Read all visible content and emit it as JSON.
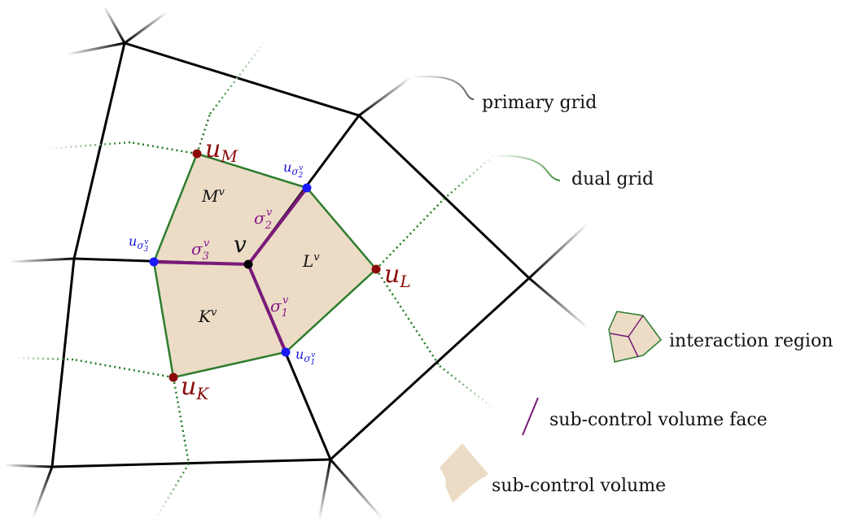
{
  "colors": {
    "primary_grid": "#000000",
    "dual_grid": "#1f7a1f",
    "sub_control_volume_fill": "#ecdcc6",
    "interaction_region_edge": "#2e7d2e",
    "face": "#7a1a79",
    "cell_value_point": "#8b0b0b",
    "face_value_point": "#1a1aff",
    "vertex_point": "#000000",
    "label_red": "#8b0b0b",
    "label_blue": "#1414d8",
    "label_purple": "#8b1a89"
  },
  "labels": {
    "uM": {
      "base": "u",
      "sub": "M"
    },
    "uL": {
      "base": "u",
      "sub": "L"
    },
    "uK": {
      "base": "u",
      "sub": "K"
    },
    "u_sigma2": {
      "base": "u",
      "sub": "σ",
      "subsub": "2",
      "subsup": "v"
    },
    "u_sigma3": {
      "base": "u",
      "sub": "σ",
      "subsub": "3",
      "subsup": "v"
    },
    "u_sigma1": {
      "base": "u",
      "sub": "σ",
      "subsub": "1",
      "subsup": "v"
    },
    "Mv": {
      "base": "M",
      "sup": "v"
    },
    "Lv": {
      "base": "L",
      "sup": "v"
    },
    "Kv": {
      "base": "K",
      "sup": "v"
    },
    "v": "v",
    "sigma2v": {
      "base": "σ",
      "sub": "2",
      "sup": "v"
    },
    "sigma3v": {
      "base": "σ",
      "sub": "3",
      "sup": "v"
    },
    "sigma1v": {
      "base": "σ",
      "sub": "1",
      "sup": "v"
    }
  },
  "legend": {
    "primary_grid": "primary grid",
    "dual_grid": "dual grid",
    "interaction_region": "interaction region",
    "sub_control_volume_face": "sub-control volume face",
    "sub_control_volume": "sub-control volume"
  }
}
